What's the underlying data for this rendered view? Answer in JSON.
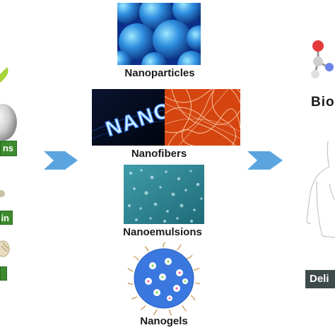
{
  "center": {
    "items": [
      {
        "label": "Nanoparticles"
      },
      {
        "label": "Nanofibers"
      },
      {
        "label": "Nanoemulsions"
      },
      {
        "label": "Nanogels"
      }
    ],
    "nano_image_text": "NANO"
  },
  "left": {
    "boxes": [
      {
        "label": "ns"
      },
      {
        "label": "in"
      }
    ]
  },
  "right": {
    "top_label": "Bio",
    "bottom_box": "Deli"
  },
  "colors": {
    "arrow": "#5aa5e0",
    "green_box": "#3d8b2e",
    "gray_box": "#3e4a4c"
  }
}
